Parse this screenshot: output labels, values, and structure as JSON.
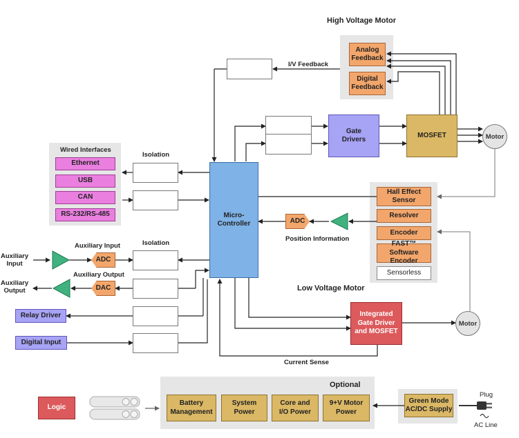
{
  "titles": {
    "high_voltage_motor": "High Voltage Motor",
    "low_voltage_motor": "Low Voltage Motor",
    "optional": "Optional"
  },
  "wired_interfaces": {
    "title": "Wired Interfaces",
    "items": [
      "Ethernet",
      "USB",
      "CAN",
      "RS-232/RS-485"
    ]
  },
  "labels": {
    "isolation_top": "Isolation",
    "isolation_mid": "Isolation",
    "iv_feedback": "I/V Feedback",
    "position_information": "Position Information",
    "auxiliary_input_top": "Auxiliary Input",
    "auxiliary_output_top": "Auxiliary Output",
    "auxiliary_input_side": "Auxiliary\nInput",
    "auxiliary_output_side": "Auxiliary\nOutput",
    "current_sense": "Current Sense",
    "plug": "Plug",
    "ac_line": "AC Line"
  },
  "blocks": {
    "analog_feedback": "Analog\nFeedback",
    "digital_feedback": "Digital\nFeedback",
    "gate_drivers": "Gate\nDrivers",
    "mosfet": "MOSFET",
    "motor_hv": "Motor",
    "motor_lv": "Motor",
    "microcontroller": "Micro-\nController",
    "adc_pos": "ADC",
    "adc_aux": "ADC",
    "dac_aux": "DAC",
    "relay_driver": "Relay Driver",
    "digital_input": "Digital Input",
    "integrated_gate_driver": "Integrated\nGate Driver\nand MOSFET",
    "logic": "Logic",
    "green_mode_supply": "Green Mode\nAC/DC Supply"
  },
  "sensors": {
    "hall_effect": "Hall Effect\nSensor",
    "resolver": "Resolver",
    "encoder": "Encoder",
    "fast_encoder": "FAST™ Software\nEncoder",
    "sensorless": "Sensorless"
  },
  "power_blocks": {
    "battery_management": "Battery\nManagement",
    "system_power": "System\nPower",
    "core_io_power": "Core and\nI/O Power",
    "motor_power": "9+V Motor\nPower"
  },
  "colors": {
    "orange": "#f3a66b",
    "pink": "#ea7fe0",
    "violet": "#a7a3f5",
    "tan": "#dbb865",
    "red": "#dc5a5c",
    "blue": "#7fb2e6",
    "green": "#3fb27f",
    "panel": "#e6e6e6"
  }
}
